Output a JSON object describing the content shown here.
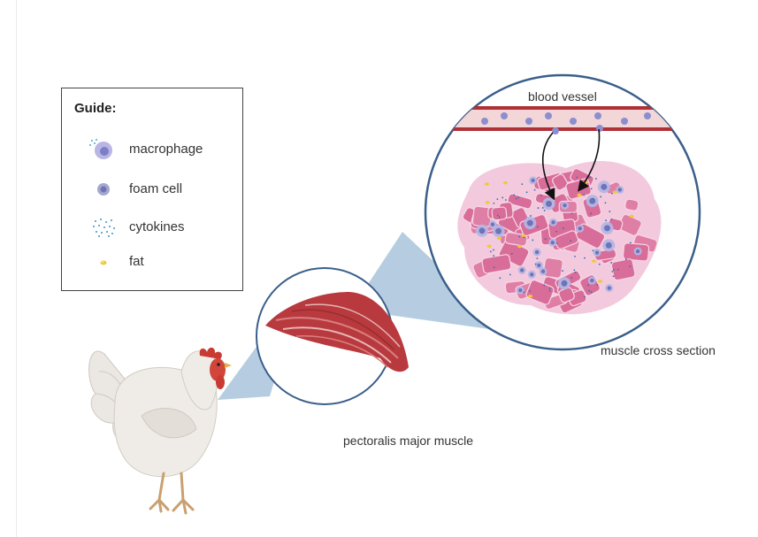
{
  "guide": {
    "title": "Guide:",
    "items": [
      {
        "label": "macrophage",
        "icon": "macrophage-icon"
      },
      {
        "label": "foam cell",
        "icon": "foam-cell-icon"
      },
      {
        "label": "cytokines",
        "icon": "cytokines-icon"
      },
      {
        "label": "fat",
        "icon": "fat-icon"
      }
    ]
  },
  "labels": {
    "blood_vessel": "blood vessel",
    "muscle_cross_section": "muscle cross section",
    "pectoralis": "pectoralis major muscle"
  },
  "colors": {
    "circle_border": "#3a5f8a",
    "zoom_cone": "#a9c4dc",
    "muscle": "#b83a3e",
    "tissue": "#e69ab8",
    "macrophage": "#8c8ecf",
    "vessel": "#c0393d"
  }
}
